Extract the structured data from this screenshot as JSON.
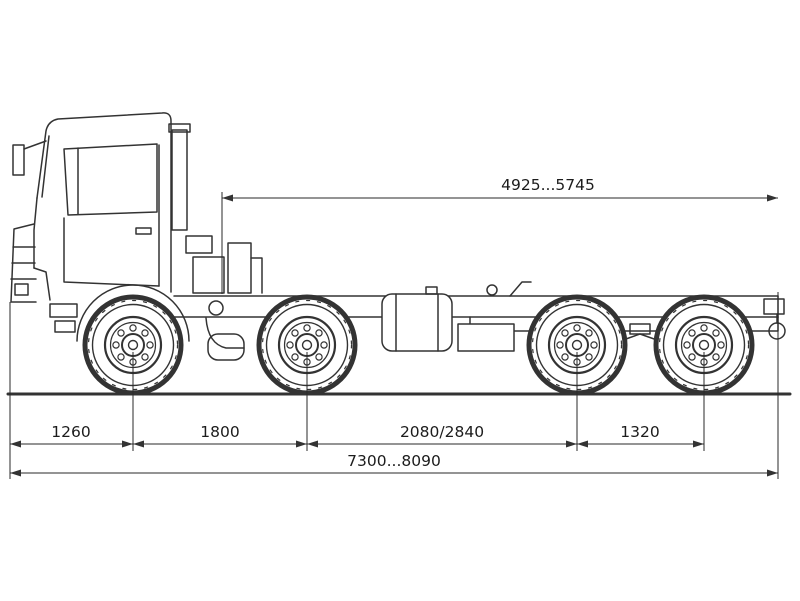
{
  "diagram": {
    "type": "technical-drawing",
    "subject": "truck-chassis-side-view-with-dimensions",
    "colors": {
      "background": "#ffffff",
      "line": "#333333",
      "text": "#1c1c1c"
    },
    "dimensions": {
      "top_span": "4925...5745",
      "front_overhang": "1260",
      "wheelbase_1": "1800",
      "wheelbase_2": "2080/2840",
      "rear_tandem_spread": "1320",
      "overall_length": "7300...8090"
    }
  }
}
